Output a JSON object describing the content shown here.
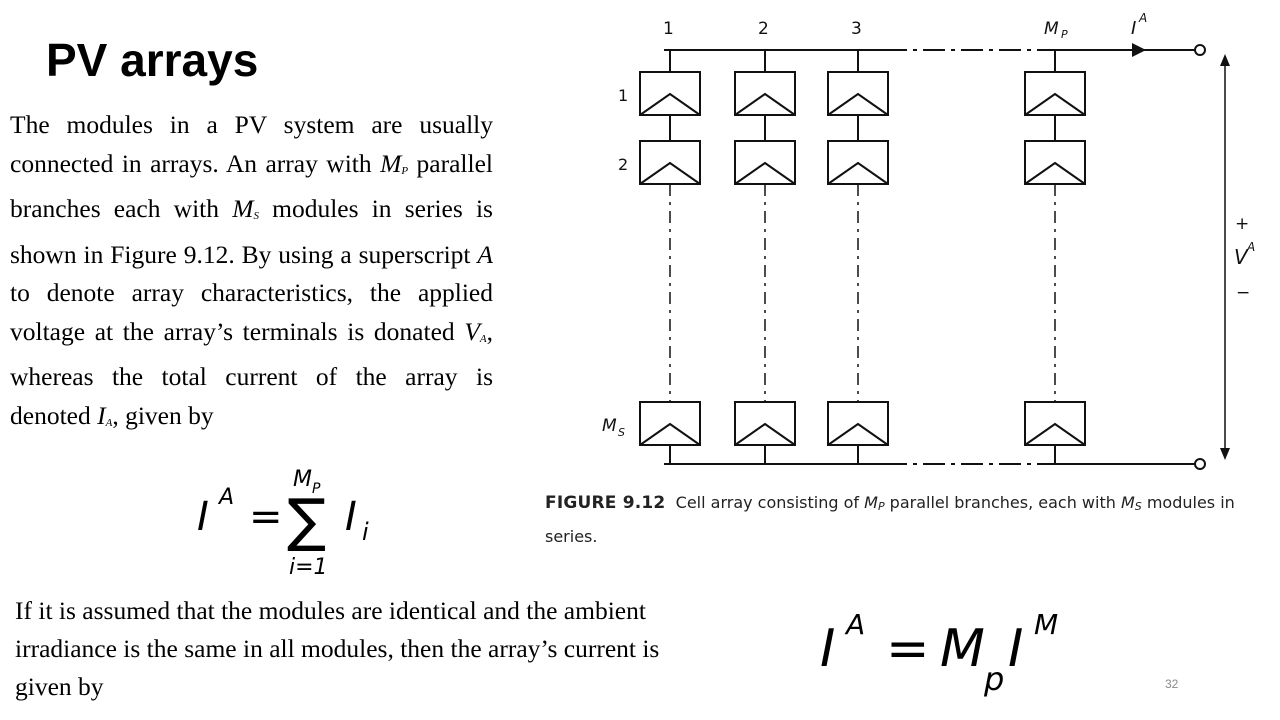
{
  "slide": {
    "title": "PV arrays",
    "page_number": "32"
  },
  "body": {
    "t1": "The modules in a PV system are usually connected in arrays. An array with ",
    "mp_M": "M",
    "mp_sub": "P",
    "t2": " parallel branches each with ",
    "ms_M": "M",
    "ms_sub": "S",
    "t3": " modules in series is shown in Figure 9.12. By using a superscript ",
    "A_letter": "A",
    "t4": " to denote array characteristics, the applied voltage at the array’s terminals is donated ",
    "va_V": "V",
    "va_sub": "A",
    "t5": ", whereas the total current of the array is denoted ",
    "ia_I": "I",
    "ia_sub": "A",
    "t6": ", given by"
  },
  "equation1": {
    "lhs": "I",
    "lhs_sup": "A",
    "equals": "=",
    "sigma": "∑",
    "upper": "M",
    "upper_sub": "P",
    "lower": "i=1",
    "term": "I",
    "term_sub": "i"
  },
  "bottom": {
    "text": "If it is assumed that the modules are identical and the ambient irradiance is the same in all modules, then the array’s current is given by"
  },
  "equation2": {
    "lhs": "I",
    "lhs_sup": "A",
    "equals": "=",
    "m": "M",
    "m_sub": "p",
    "i": "I",
    "i_sup": "M"
  },
  "diagram": {
    "col1": "1",
    "col2": "2",
    "col3": "3",
    "colMp": "M",
    "colMp_sub": "P",
    "current": "I",
    "current_sup": "A",
    "row1": "1",
    "row2": "2",
    "rowMs": "M",
    "rowMs_sub": "S",
    "plus": "+",
    "voltage": "V",
    "voltage_sup": "A",
    "minus": "−"
  },
  "caption": {
    "label": "FIGURE 9.12",
    "t1": "Cell array consisting of ",
    "mp": "M",
    "mp_sub": "P",
    "t2": " parallel branches, each with ",
    "ms": "M",
    "ms_sub": "S",
    "t3": " modules in series."
  }
}
